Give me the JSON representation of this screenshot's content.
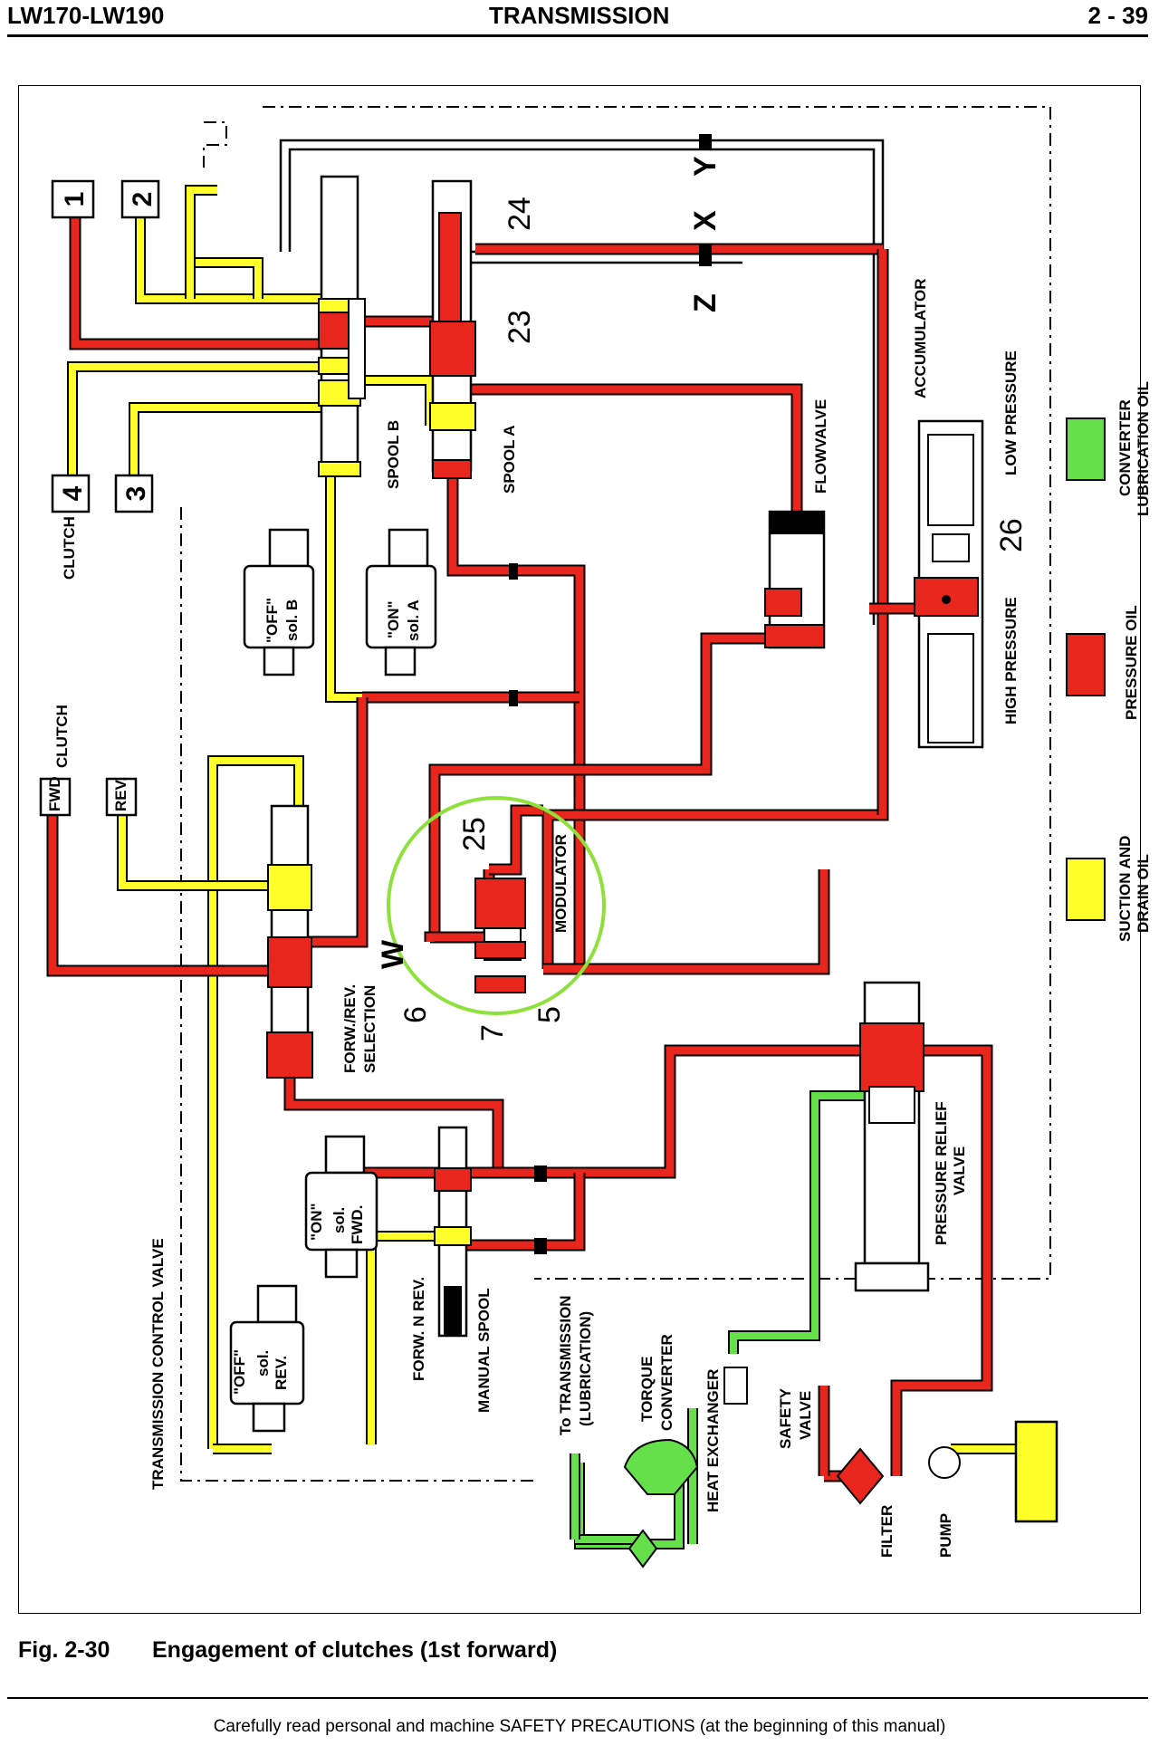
{
  "header": {
    "left": "LW170-LW190",
    "center": "TRANSMISSION",
    "right": "2 - 39"
  },
  "caption": {
    "fig": "Fig. 2-30",
    "text": "Engagement of clutches (1st forward)"
  },
  "footer": "Carefully read personal and machine SAFETY PRECAUTIONS (at the beginning of this manual)",
  "colors": {
    "pressure_oil": "#e8261e",
    "suction_drain": "#ffff2a",
    "converter_lub": "#66e04a",
    "highlight": "#8ee03a"
  },
  "diagram": {
    "clutch_boxes": [
      "1",
      "2",
      "3",
      "4"
    ],
    "clutch_label": "CLUTCH",
    "fwd_rev_boxes": [
      "FWD",
      "REV."
    ],
    "spool_b": "SPOOL B",
    "spool_a": "SPOOL A",
    "sol_b_state": "\"OFF\"",
    "sol_b_name": "sol. B",
    "sol_a_state": "\"ON\"",
    "sol_a_name": "sol. A",
    "num_24": "24",
    "num_23": "23",
    "num_25": "25",
    "num_26": "26",
    "num_6": "6",
    "num_7": "7",
    "num_5": "5",
    "letter_z": "Z",
    "letter_x": "X",
    "letter_y": "Y",
    "letter_w": "W",
    "flowvalve": "FLOWVALVE",
    "accumulator": "ACCUMULATOR",
    "low_pressure": "LOW PRESSURE",
    "high_pressure": "HIGH PRESSURE",
    "modulator": "MODULATOR",
    "forw_rev_sel_1": "FORW./REV.",
    "forw_rev_sel_2": "SELECTION",
    "sol_fwd_state": "\"ON\"",
    "sol_fwd_1": "sol.",
    "sol_fwd_2": "FWD.",
    "sol_rev_state": "\"OFF\"",
    "sol_rev_1": "sol.",
    "sol_rev_2": "REV.",
    "forw_n_rev": "FORW. N REV.",
    "manual_spool": "MANUAL SPOOL",
    "tcv": "TRANSMISSION CONTROL VALVE",
    "to_trans_1": "To TRANSMISSION",
    "to_trans_2": "(LUBRICATION)",
    "torque_1": "TORQUE",
    "torque_2": "CONVERTER",
    "heat_exchanger": "HEAT EXCHANGER",
    "safety_1": "SAFETY",
    "safety_2": "VALVE",
    "prv_1": "PRESSURE RELIEF",
    "prv_2": "VALVE",
    "filter": "FILTER",
    "pump": "PUMP"
  },
  "legend": [
    {
      "line1": "CONVERTER",
      "line2": "LUBRICATION OIL",
      "color": "#66e04a"
    },
    {
      "line1": "PRESSURE OIL",
      "line2": "",
      "color": "#e8261e"
    },
    {
      "line1": "SUCTION AND",
      "line2": "DRAIN OIL",
      "color": "#ffff2a"
    }
  ]
}
